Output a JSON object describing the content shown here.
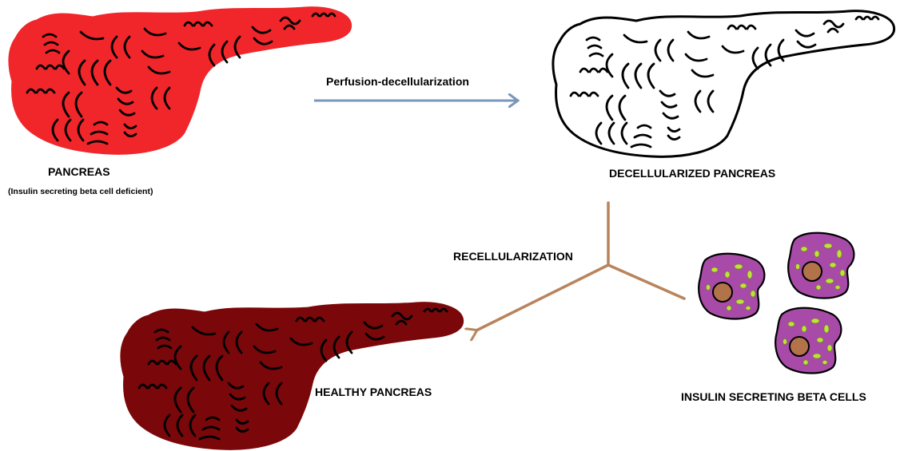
{
  "labels": {
    "pancreas": "PANCREAS",
    "pancreas_note": "(Insulin secreting beta cell deficient)",
    "perfusion": "Perfusion-decellularization",
    "decellularized": "DECELLULARIZED PANCREAS",
    "recellularization": "RECELLULARIZATION",
    "healthy": "HEALTHY PANCREAS",
    "beta_cells": "INSULIN SECRETING BETA CELLS"
  },
  "colors": {
    "pancreas_fill": "#f0262a",
    "decellularized_fill": "#ffffff",
    "healthy_fill": "#7a0709",
    "outline": "#000000",
    "perfusion_arrow": "#7a96b8",
    "recellularization_arrow": "#b9845c",
    "cell_body": "#a84aa8",
    "cell_nucleus": "#b3734a",
    "cell_granule": "#bde33a"
  }
}
